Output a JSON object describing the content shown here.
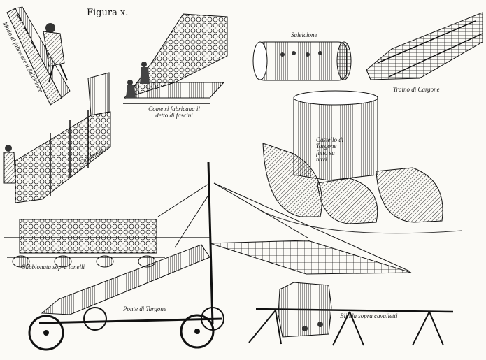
{
  "plate": {
    "title": "Figura x.",
    "labels": {
      "top_left": "Modo di fabricare il Salcicione",
      "bundle_making": "Come si fabricaua il detto di fascini",
      "saleicione": "Saleicione",
      "traino": "Traino di Cargone",
      "castello": "Castello di Targone fatto su navi",
      "candeliere": "Candeliere",
      "gabbionata": "Gabbionata sopra tonelli",
      "ponte": "Ponte di Targone",
      "blinda": "Blinda sopra cavalletti"
    }
  },
  "colors": {
    "paper": "#fbfaf6",
    "ink": "#1a1a1a"
  }
}
